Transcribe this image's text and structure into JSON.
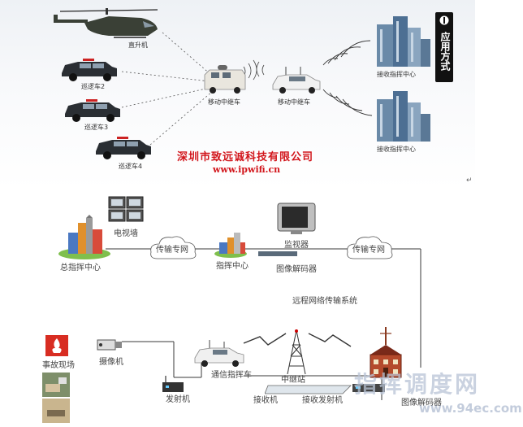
{
  "top": {
    "helicopter": "直升机",
    "car2": "巡逻车2",
    "car3": "巡逻车3",
    "car4": "巡逻车4",
    "relay1": "移动中继车",
    "relay2": "移动中继车",
    "center1": "接收指挥中心",
    "center2": "接收指挥中心",
    "badge": "应用方式",
    "company": "深圳市致远诚科技有限公司",
    "website": "www.ipwifi.cn"
  },
  "bottom": {
    "tv_wall": "电视墙",
    "cloud1": "传输专网",
    "cloud2": "传输专网",
    "hq": "总指挥中心",
    "command": "指挥中心",
    "monitor": "监视器",
    "decoder": "图像解码器",
    "system": "远程网络传输系统",
    "accident": "事故现场",
    "camera": "摄像机",
    "vehicle": "通信指挥车",
    "relay_station": "中继站",
    "transmitter": "发射机",
    "receiver": "接收机",
    "relay_tx": "接收发射机",
    "img_decoder": "图像解码器"
  },
  "return_mark": "↵",
  "watermark": {
    "title": "指挥调度网",
    "url": "www.94ec.com"
  },
  "colors": {
    "red": "#d2161c",
    "line": "#3a3a3a",
    "accent": "#c0392b"
  }
}
